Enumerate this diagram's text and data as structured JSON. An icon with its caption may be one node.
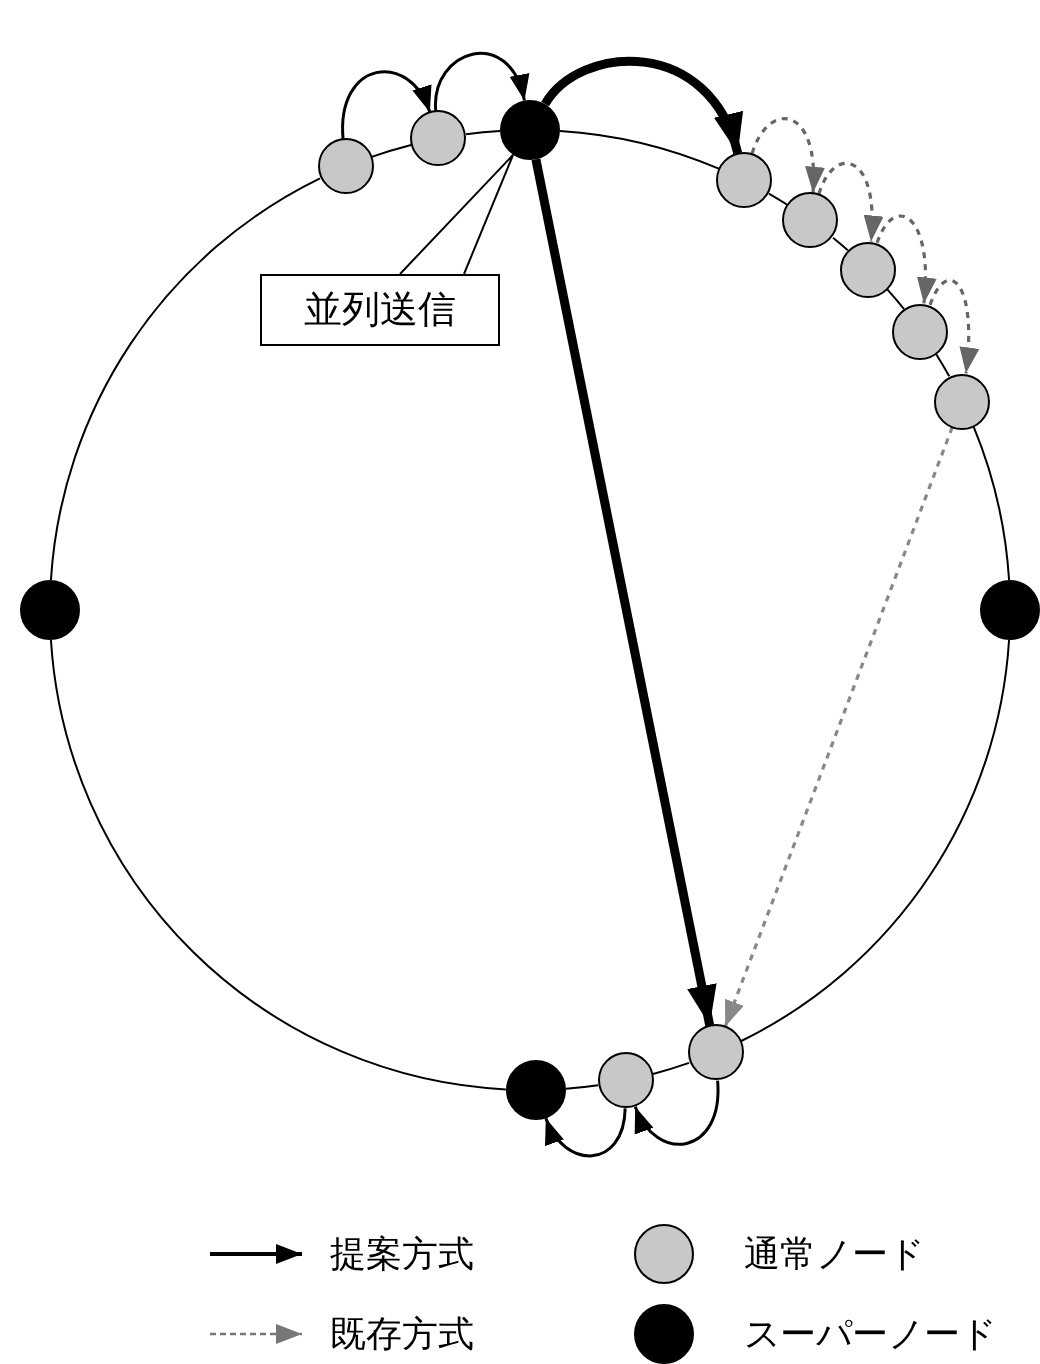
{
  "diagram": {
    "nodes": [
      {
        "text": [],
        "shape": "circle"
      },
      {
        "text": [],
        "shape": "circle"
      },
      {
        "text": [],
        "shape": "circle"
      },
      {
        "text": [],
        "shape": "circle"
      },
      {
        "text": [],
        "shape": "circle"
      },
      {
        "text": [],
        "shape": "circle"
      },
      {
        "text": [],
        "shape": "circle"
      },
      {
        "text": [],
        "shape": "circle"
      },
      {
        "text": [],
        "shape": "circle"
      },
      {
        "text": [],
        "shape": "circle"
      },
      {
        "text": [],
        "shape": "circle"
      },
      {
        "text": [],
        "shape": "circle"
      },
      {
        "text": [],
        "shape": "circle"
      },
      {
        "text": [
          "並列送信"
        ]
      }
    ],
    "edges": [
      {
        "from": 8,
        "to": 0,
        "arrow": "none"
      },
      {
        "from": 0,
        "to": 1,
        "arrow": "none"
      },
      {
        "from": 1,
        "to": 2,
        "arrow": "none"
      },
      {
        "from": 2,
        "to": 3,
        "arrow": "none"
      },
      {
        "from": 3,
        "to": 4,
        "arrow": "none"
      },
      {
        "from": 4,
        "to": 5,
        "arrow": "none"
      },
      {
        "from": 5,
        "to": 6,
        "arrow": "none"
      },
      {
        "from": 6,
        "to": 7,
        "arrow": "none"
      },
      {
        "from": 7,
        "to": 9,
        "arrow": "none"
      },
      {
        "from": 9,
        "to": 12,
        "arrow": "none"
      },
      {
        "from": 12,
        "to": 11,
        "arrow": "none"
      },
      {
        "from": 11,
        "to": 10,
        "arrow": "none"
      },
      {
        "from": 10,
        "to": 8,
        "arrow": "none"
      },
      {
        "from": 0,
        "to": 1,
        "arrow": "to"
      },
      {
        "from": 1,
        "to": 2,
        "arrow": "to"
      },
      {
        "from": 2,
        "to": 3,
        "arrow": "to",
        "style": "thick"
      },
      {
        "from": 2,
        "to": 12,
        "arrow": "to",
        "style": "thick"
      },
      {
        "from": 3,
        "to": 4,
        "arrow": "to",
        "style": "dashed",
        "color": "#666666"
      },
      {
        "from": 4,
        "to": 5,
        "arrow": "to",
        "style": "dashed",
        "color": "#666666"
      },
      {
        "from": 5,
        "to": 6,
        "arrow": "to",
        "style": "dashed",
        "color": "#666666"
      },
      {
        "from": 6,
        "to": 7,
        "arrow": "to",
        "style": "dashed",
        "color": "#666666"
      },
      {
        "from": 7,
        "to": 12,
        "arrow": "to",
        "style": "dashed",
        "color": "#888888"
      },
      {
        "from": 12,
        "to": 11,
        "arrow": "to"
      },
      {
        "from": 11,
        "to": 10,
        "arrow": "to"
      },
      {
        "from": 13,
        "to": 2,
        "arrow": "none"
      }
    ],
    "legend": [
      {
        "text": "提案方式"
      },
      {
        "text": "既存方式"
      },
      {
        "text": "通常ノード"
      },
      {
        "text": "スーパーノード"
      }
    ]
  }
}
